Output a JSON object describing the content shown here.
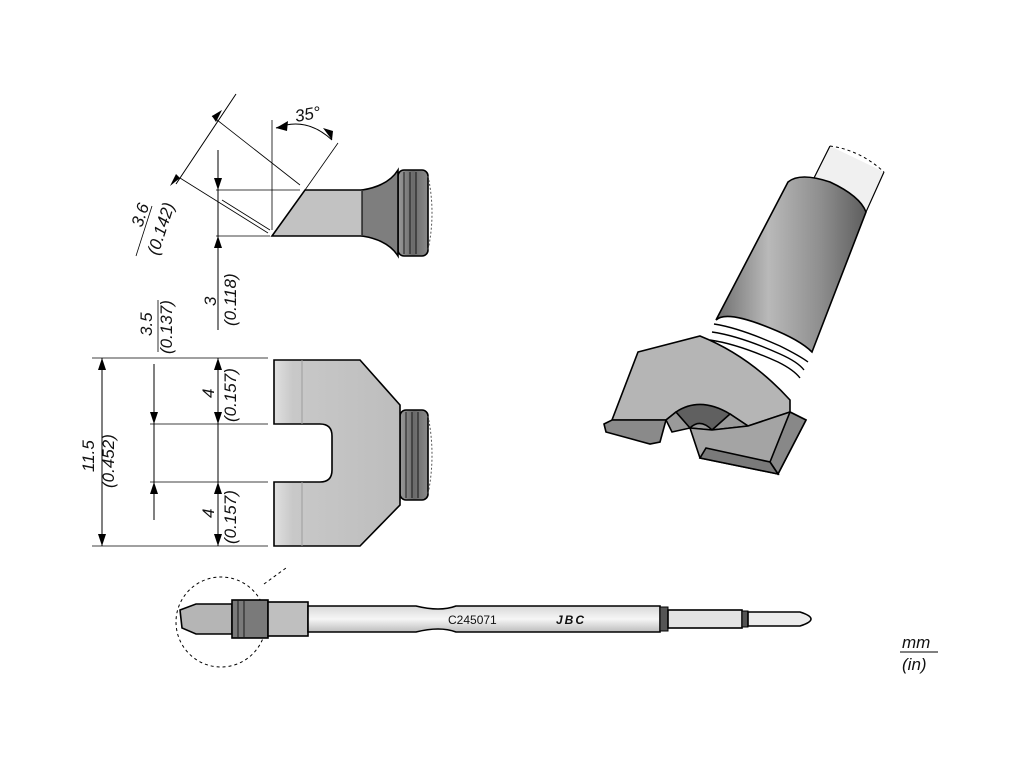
{
  "dimensions": {
    "side_angle": "35°",
    "side_tip_width_mm": "3.6",
    "side_tip_width_in": "(0.142)",
    "side_thickness_mm": "3",
    "side_thickness_in": "(0.118)",
    "slot_depth_mm": "3.5",
    "slot_depth_in": "(0.137)",
    "overall_width_mm": "11.5",
    "overall_width_in": "(0.452)",
    "prong_top_mm": "4",
    "prong_top_in": "(0.157)",
    "prong_bottom_mm": "4",
    "prong_bottom_in": "(0.157)"
  },
  "cartridge": {
    "part_number": "C245071",
    "brand": "JBC"
  },
  "units": {
    "primary": "mm",
    "secondary": "(in)"
  }
}
